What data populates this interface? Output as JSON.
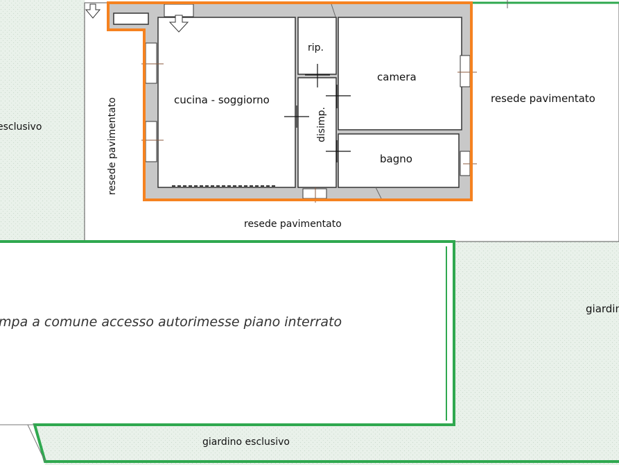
{
  "colors": {
    "garden_fill": "#e7f0e8",
    "garden_border": "#2fa84f",
    "unit_outline": "#f58220",
    "wall": "#c8c8c8",
    "paving": "#ffffff"
  },
  "labels": {
    "esclusivo_left": "esclusivo",
    "resede_vertical": "resede pavimentato",
    "resede_right": "resede pavimentato",
    "resede_bottom": "resede pavimentato",
    "cucina": "cucina - soggiorno",
    "rip": "rip.",
    "disimp": "disimp.",
    "camera": "camera",
    "bagno": "bagno",
    "rampa": "mpa a comune accesso autorimesse piano interrato",
    "giardino_right": "giardin",
    "giardino_bottom": "giardino esclusivo"
  },
  "icons": [
    "down-arrow-icon",
    "down-arrow-icon"
  ]
}
